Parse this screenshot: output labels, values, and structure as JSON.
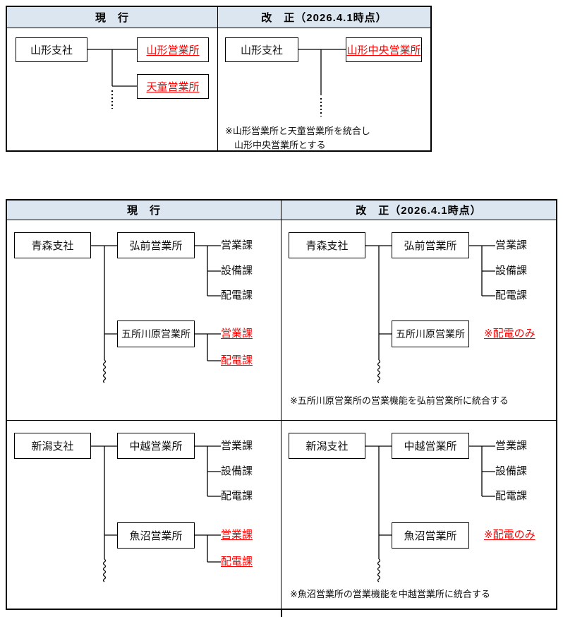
{
  "colors": {
    "header_bg": "#dce6f1",
    "accent_red": "#ff0000",
    "line": "#000000"
  },
  "top_table": {
    "header_current": "現　行",
    "header_revised": "改　正（2026.4.1時点）",
    "current": {
      "parent": "山形支社",
      "offices": [
        "山形営業所",
        "天童営業所"
      ]
    },
    "revised": {
      "parent": "山形支社",
      "offices": [
        "山形中央営業所"
      ],
      "note_line1": "※山形営業所と天童営業所を統合し",
      "note_line2": "山形中央営業所とする"
    }
  },
  "bottom_table": {
    "header_current": "現　行",
    "header_revised": "改　正（2026.4.1時点）",
    "rows": [
      {
        "current": {
          "parent": "青森支社",
          "office1": "弘前営業所",
          "office1_depts": [
            "営業課",
            "設備課",
            "配電課"
          ],
          "office2": "五所川原営業所",
          "office2_depts": [
            "営業課",
            "配電課"
          ]
        },
        "revised": {
          "parent": "青森支社",
          "office1": "弘前営業所",
          "office1_depts": [
            "営業課",
            "設備課",
            "配電課"
          ],
          "office2": "五所川原営業所",
          "office2_tag": "※配電のみ",
          "note": "※五所川原営業所の営業機能を弘前営業所に統合する"
        }
      },
      {
        "current": {
          "parent": "新潟支社",
          "office1": "中越営業所",
          "office1_depts": [
            "営業課",
            "設備課",
            "配電課"
          ],
          "office2": "魚沼営業所",
          "office2_depts": [
            "営業課",
            "配電課"
          ]
        },
        "revised": {
          "parent": "新潟支社",
          "office1": "中越営業所",
          "office1_depts": [
            "営業課",
            "設備課",
            "配電課"
          ],
          "office2": "魚沼営業所",
          "office2_tag": "※配電のみ",
          "note": "※魚沼営業所の営業機能を中越営業所に統合する"
        }
      }
    ]
  }
}
